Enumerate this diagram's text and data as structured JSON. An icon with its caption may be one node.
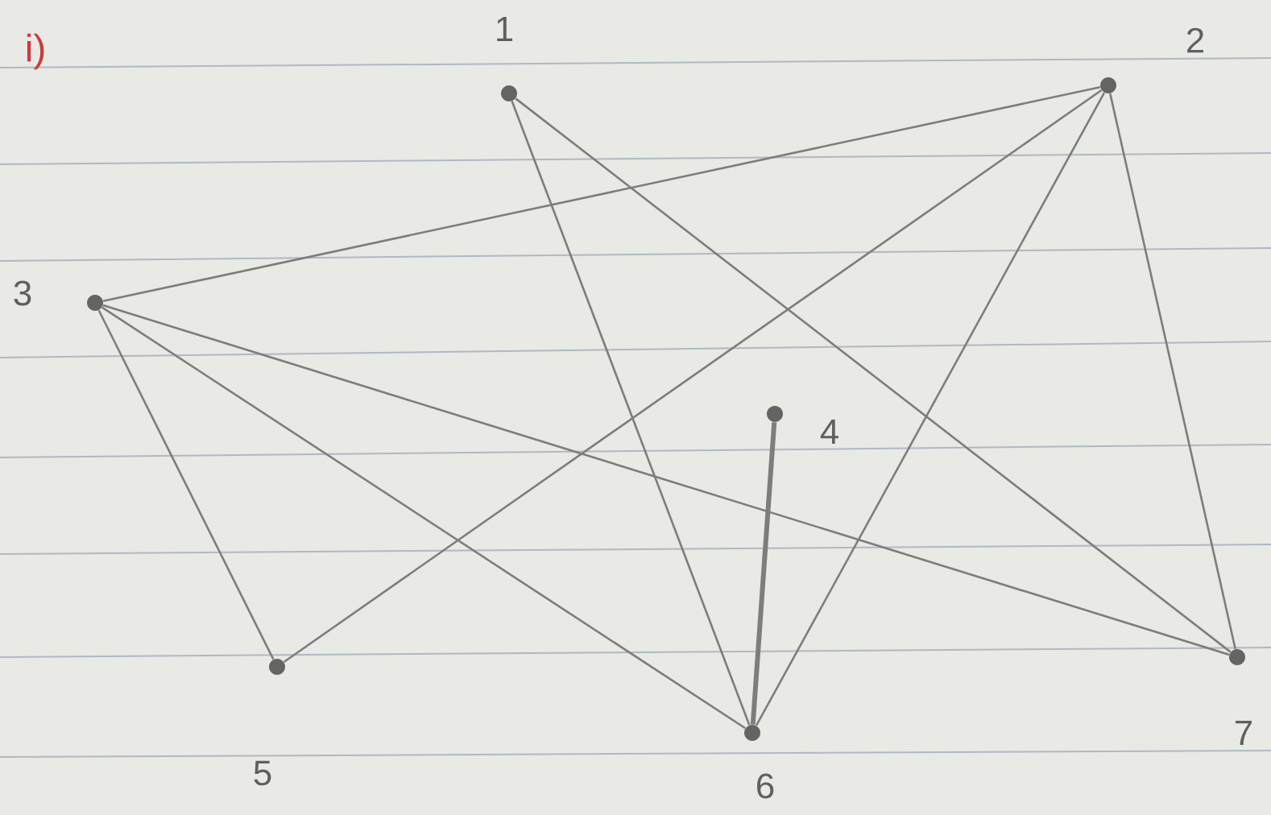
{
  "diagram": {
    "nodes": [
      {
        "text": [],
        "shape": "circle",
        "beside": [
          "1"
        ]
      },
      {
        "text": [],
        "shape": "circle",
        "beside": [
          "2"
        ]
      },
      {
        "text": [],
        "shape": "circle",
        "beside": [
          "3"
        ]
      },
      {
        "text": [],
        "shape": "circle",
        "beside": [
          "4"
        ]
      },
      {
        "text": [],
        "shape": "circle",
        "beside": [
          "5"
        ]
      },
      {
        "text": [],
        "shape": "circle",
        "beside": [
          "6"
        ]
      },
      {
        "text": [],
        "shape": "circle",
        "beside": [
          "7"
        ]
      }
    ],
    "edges": [
      {
        "from": 0,
        "to": 5,
        "arrow": "none"
      },
      {
        "from": 0,
        "to": 6,
        "arrow": "none"
      },
      {
        "from": 1,
        "to": 2,
        "arrow": "none"
      },
      {
        "from": 1,
        "to": 4,
        "arrow": "none"
      },
      {
        "from": 1,
        "to": 5,
        "arrow": "none"
      },
      {
        "from": 1,
        "to": 6,
        "arrow": "none"
      },
      {
        "from": 2,
        "to": 4,
        "arrow": "none"
      },
      {
        "from": 2,
        "to": 5,
        "arrow": "none"
      },
      {
        "from": 2,
        "to": 6,
        "arrow": "none"
      },
      {
        "from": 3,
        "to": 5,
        "arrow": "none",
        "style": "thick"
      }
    ],
    "labels": [
      "i)"
    ]
  }
}
